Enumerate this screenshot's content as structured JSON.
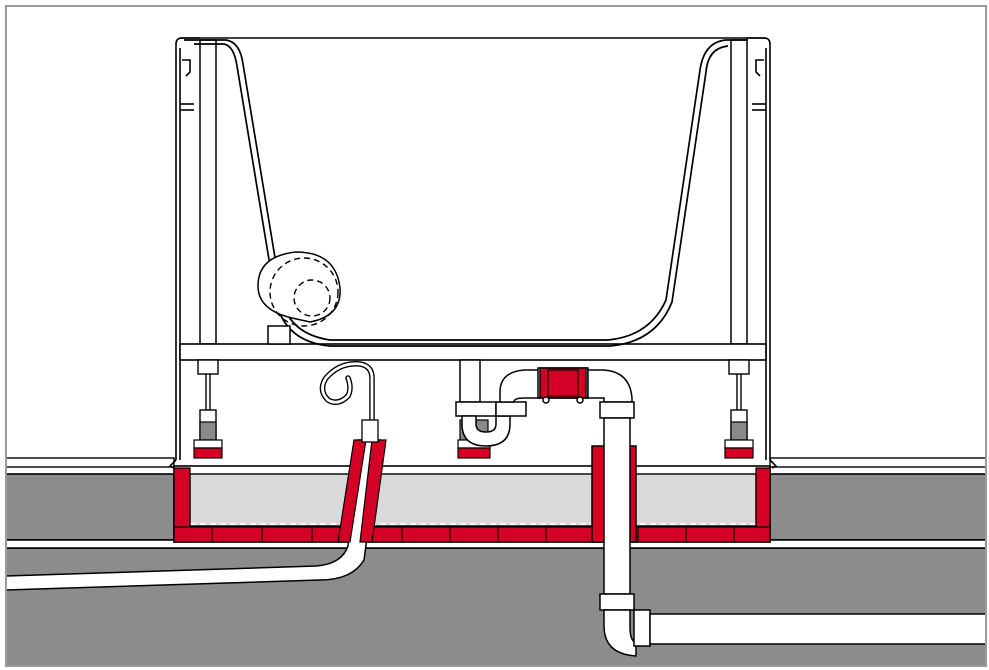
{
  "diagram": {
    "kind": "technical cross-section",
    "colors": {
      "background": "#ffffff",
      "frame_border": "#9a9a9a",
      "floor_screed": "#8c8c8c",
      "tray_fill": "#dadada",
      "seal_red": "#d40026",
      "line": "#000000",
      "foot_grey": "#8a8a8a"
    },
    "components": [
      "bathtub",
      "bathtub-frame",
      "adjustable-foot",
      "whirlpool-pump",
      "siphon-trap",
      "drain-pipe",
      "cable-conduit",
      "sealing-tape",
      "floor-screed",
      "installation-tray"
    ]
  }
}
